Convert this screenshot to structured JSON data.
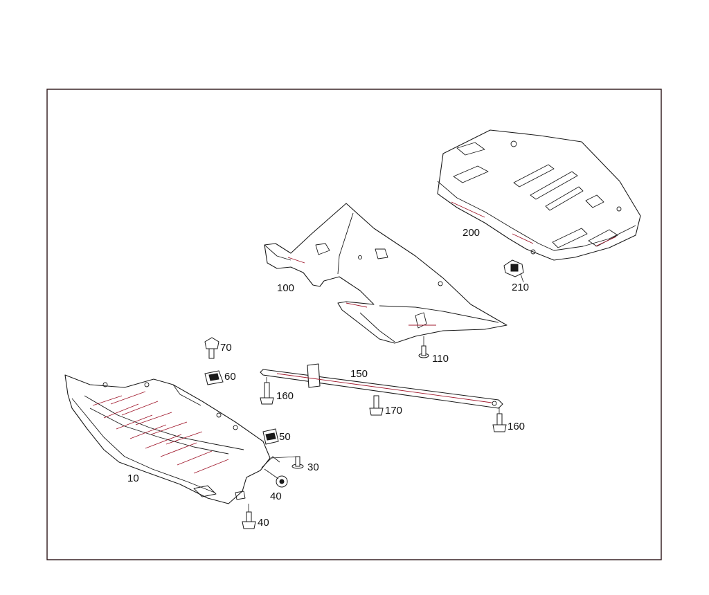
{
  "diagram": {
    "callouts": {
      "c10": "10",
      "c30": "30",
      "c40a": "40",
      "c40b": "40",
      "c50": "50",
      "c60": "60",
      "c70": "70",
      "c100": "100",
      "c110": "110",
      "c150": "150",
      "c160a": "160",
      "c160b": "160",
      "c170": "170",
      "c200": "200",
      "c210": "210"
    },
    "colors": {
      "frame": "#2a1416",
      "line": "#1a1a1a",
      "accent": "#a0182c"
    }
  }
}
